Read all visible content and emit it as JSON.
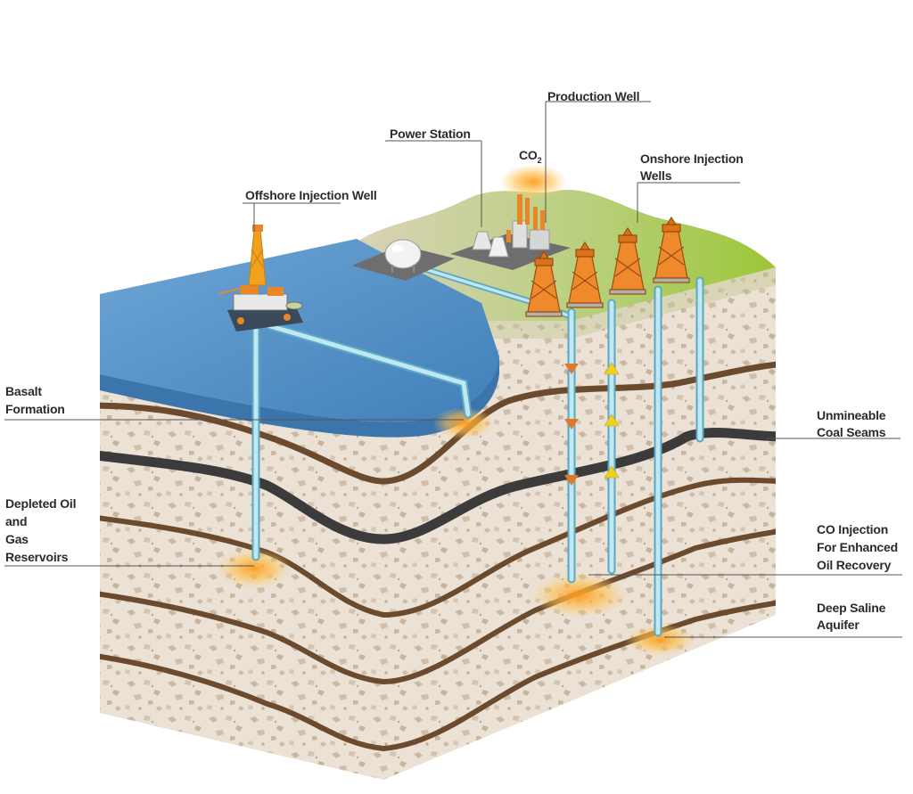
{
  "labels": {
    "production_well": "Production Well",
    "power_station": "Power Station",
    "co2_top": "CO",
    "co2_sub": "2",
    "onshore_injection_line1": "Onshore Injection",
    "onshore_injection_line2": "Wells",
    "offshore_injection_well": "Offshore Injection Well",
    "basalt_line1": "Basalt",
    "basalt_line2": "Formation",
    "unmineable_line1": "Unmineable",
    "unmineable_line2": "Coal Seams",
    "depleted_line1": "Depleted Oil",
    "depleted_line2": "and",
    "depleted_line3": "Gas",
    "depleted_line4": "Reservoirs",
    "co_injection_line1": "CO Injection",
    "co_injection_line2": "For Enhanced",
    "co_injection_line3": "Oil Recovery",
    "saline_line1": "Deep Saline",
    "saline_line2": "Aquifer"
  },
  "colors": {
    "sea": "#5b95c8",
    "land_light": "#c8d39a",
    "land_green": "#9ec63a",
    "rock_fill": "#e9ded2",
    "rock_speckle": "#c9b8a4",
    "earth_band": "#6b4a2e",
    "coal_band": "#3a3a3a",
    "pipe": "#a9dcea",
    "pipe_edge": "#5aa8c2",
    "glow": "#ffb13b",
    "rig_orange": "#e8862a"
  }
}
